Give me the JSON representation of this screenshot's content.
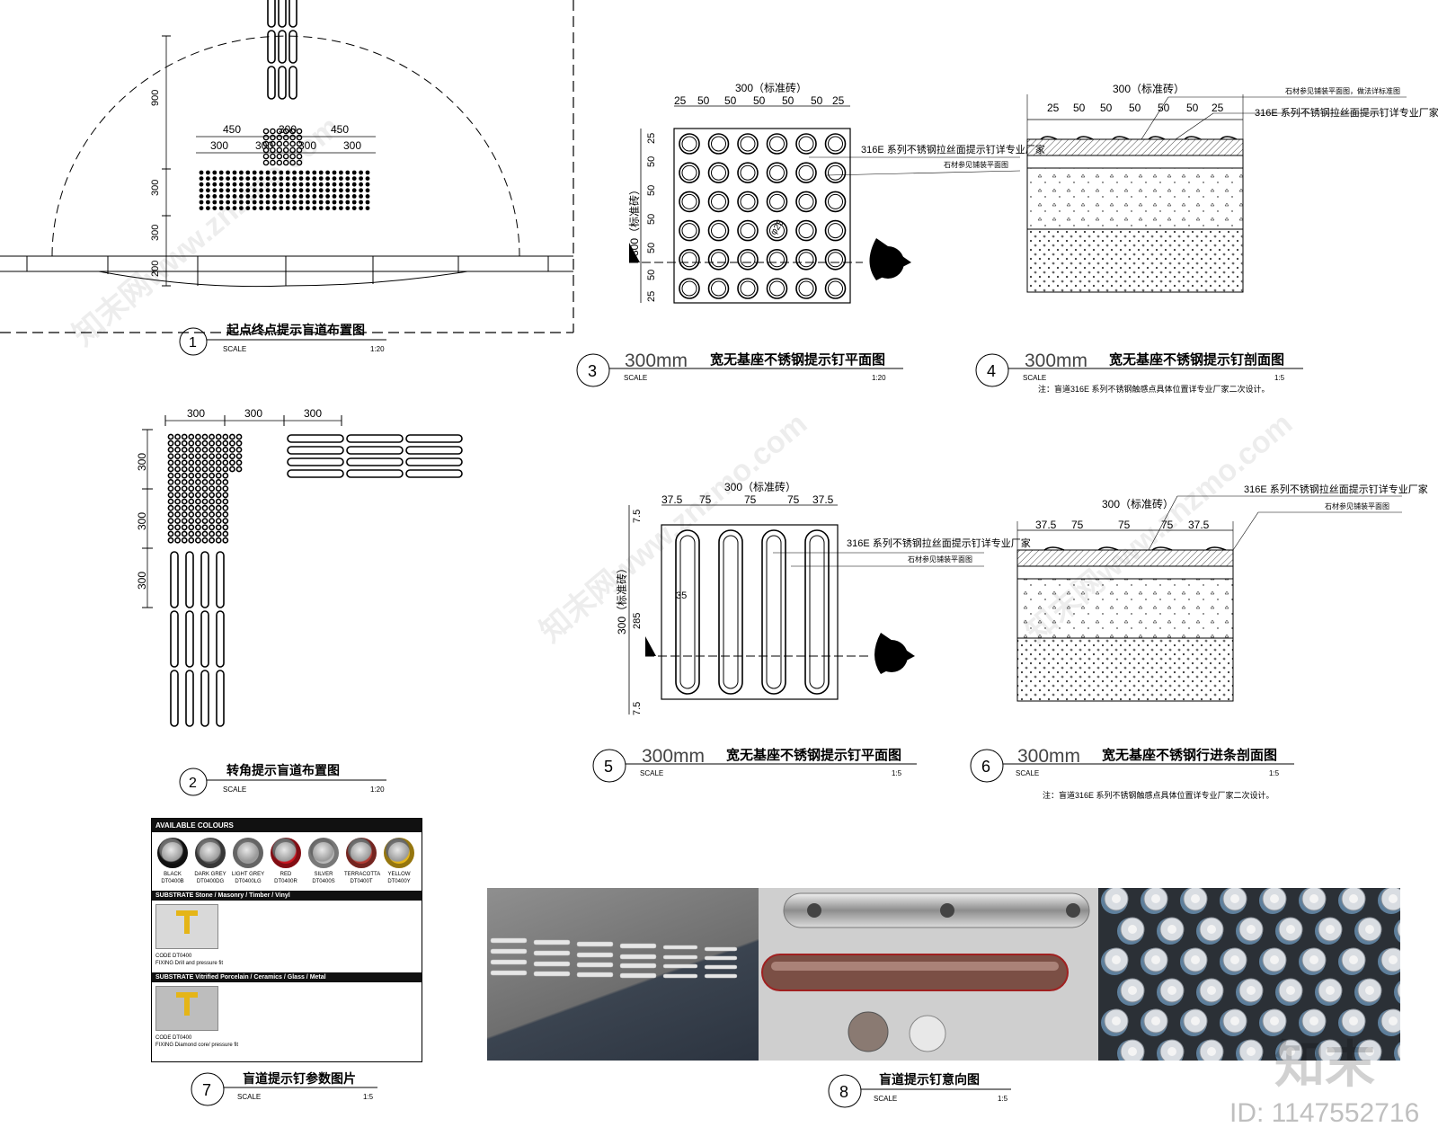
{
  "drawing1": {
    "num": "1",
    "title": "起点终点提示盲道布置图",
    "scale_label": "SCALE",
    "scale": "1:20",
    "dims_top_row1": [
      "450",
      "300",
      "450"
    ],
    "dims_top_row2": [
      "300",
      "300",
      "300",
      "300"
    ],
    "dims_left": [
      "900",
      "300",
      "300",
      "200"
    ]
  },
  "drawing2": {
    "num": "2",
    "title": "转角提示盲道布置图",
    "scale_label": "SCALE",
    "scale": "1:20",
    "dims_top": [
      "300",
      "300",
      "300"
    ],
    "dims_left": [
      "300",
      "300",
      "300"
    ]
  },
  "drawing3": {
    "num": "3",
    "title_prefix": "300mm",
    "title": "宽无基座不锈钢提示钉平面图",
    "scale_label": "SCALE",
    "scale": "1:20",
    "dim_total": "300（标准砖）",
    "dims": [
      "25",
      "50",
      "50",
      "50",
      "50",
      "50",
      "25"
    ],
    "dims_left": [
      "25",
      "50",
      "50",
      "50",
      "50",
      "50",
      "25"
    ],
    "dim_left_total": "300（标准砖）",
    "callout1": "316E 系列不锈钢拉丝面提示钉详专业厂家",
    "callout2": "石材参见铺装平面图",
    "dia": "φ25"
  },
  "drawing4": {
    "num": "4",
    "title_prefix": "300mm",
    "title": "宽无基座不锈钢提示钉剖面图",
    "scale_label": "SCALE",
    "scale": "1:5",
    "dim_total": "300（标准砖）",
    "dims": [
      "25",
      "50",
      "50",
      "50",
      "50",
      "50",
      "25"
    ],
    "callout1": "石材参见铺装平面图，做法详标准图",
    "callout2": "316E 系列不锈钢拉丝面提示钉详专业厂家",
    "note": "注：盲道316E 系列不锈钢触感点具体位置详专业厂家二次设计。"
  },
  "drawing5": {
    "num": "5",
    "title_prefix": "300mm",
    "title": "宽无基座不锈钢提示钉平面图",
    "scale_label": "SCALE",
    "scale": "1:5",
    "dim_total": "300（标准砖）",
    "dims": [
      "37.5",
      "75",
      "75",
      "75",
      "37.5"
    ],
    "dims_left": [
      "7.5",
      "285",
      "7.5"
    ],
    "dim_left_total": "300（标准砖）",
    "bar_width": "35",
    "callout1": "316E 系列不锈钢拉丝面提示钉详专业厂家",
    "callout2": "石材参见铺装平面图"
  },
  "drawing6": {
    "num": "6",
    "title_prefix": "300mm",
    "title": "宽无基座不锈钢行进条剖面图",
    "scale_label": "SCALE",
    "scale": "1:5",
    "dim_total": "300（标准砖）",
    "dims": [
      "37.5",
      "75",
      "75",
      "75",
      "37.5"
    ],
    "callout1": "316E 系列不锈钢拉丝面提示钉详专业厂家",
    "callout2": "石材参见铺装平面图",
    "note": "注：盲道316E 系列不锈钢触感点具体位置详专业厂家二次设计。"
  },
  "drawing7": {
    "num": "7",
    "title": "盲道提示钉参数图片",
    "scale_label": "SCALE",
    "scale": "1:5",
    "panel": {
      "header": "AVAILABLE COLOURS",
      "swatches": [
        {
          "name": "BLACK",
          "code": "DT0400B",
          "color": "#1a1a1a"
        },
        {
          "name": "DARK GREY",
          "code": "DT0400DG",
          "color": "#555555"
        },
        {
          "name": "LIGHT GREY",
          "code": "DT0400LG",
          "color": "#9a9a9a"
        },
        {
          "name": "RED",
          "code": "DT0400R",
          "color": "#c8141e"
        },
        {
          "name": "SILVER",
          "code": "DT0400S",
          "color": "#b9b9b9"
        },
        {
          "name": "TERRACOTTA",
          "code": "DT0400T",
          "color": "#b23a32"
        },
        {
          "name": "YELLOW",
          "code": "DT0400Y",
          "color": "#e5b517"
        }
      ],
      "substrate1": "SUBSTRATE Stone / Masonry / Timber / Vinyl",
      "code1": "CODE  DT0400",
      "fixing1": "FIXING  Drill and pressure fit",
      "substrate2": "SUBSTRATE Vitrified Porcelain / Ceramics / Glass / Metal",
      "code2": "CODE  DT0400",
      "fixing2": "FIXING  Diamond core/ pressure fit"
    }
  },
  "drawing8": {
    "num": "8",
    "title": "盲道提示钉意向图",
    "scale_label": "SCALE",
    "scale": "1:5"
  },
  "watermark": {
    "site": "知末网www.znzmo.com",
    "logo": "知末",
    "id": "ID: 1147552716"
  }
}
